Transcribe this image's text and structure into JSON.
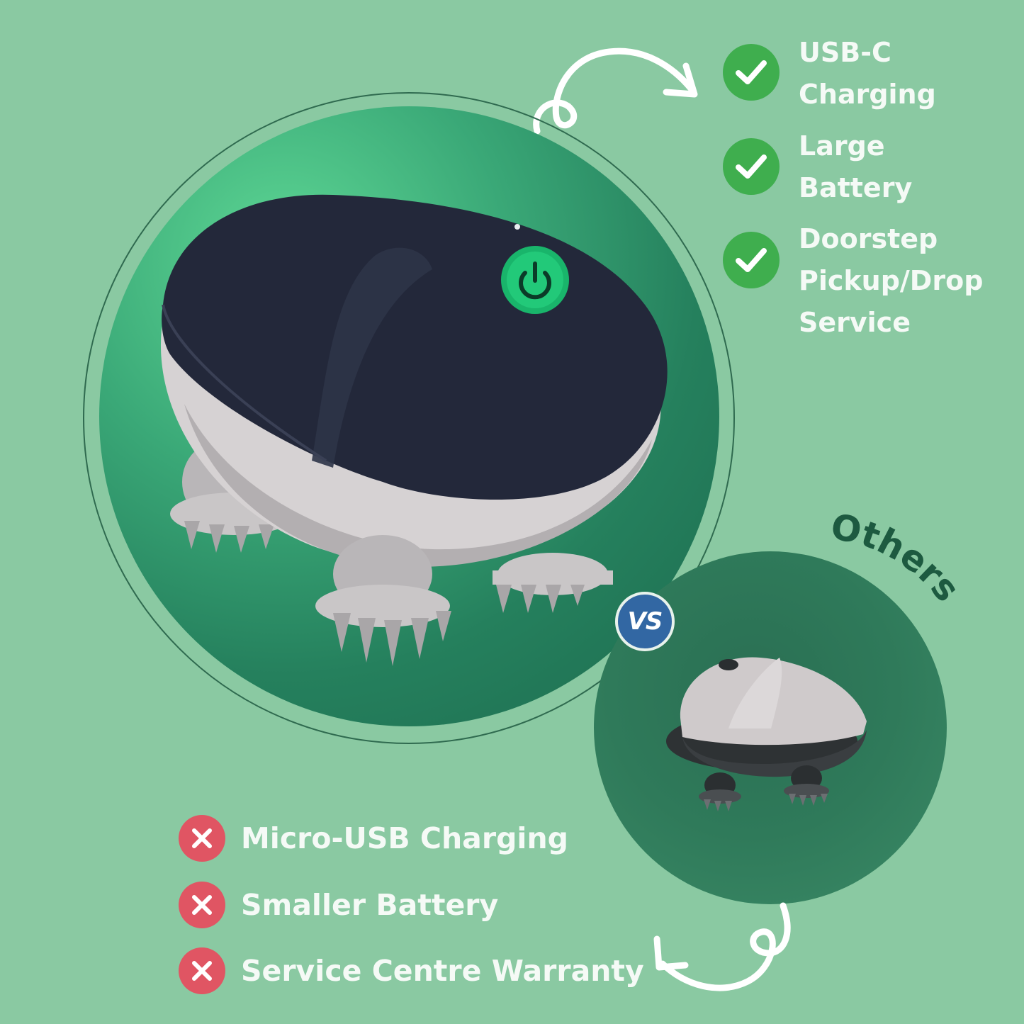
{
  "pros": [
    {
      "label": "USB-C\nCharging",
      "icon": "check-icon"
    },
    {
      "label": "Large\nBattery",
      "icon": "check-icon"
    },
    {
      "label": "Doorstep\nPickup/Drop\nService",
      "icon": "check-icon"
    }
  ],
  "cons": [
    {
      "label": "Micro-USB Charging",
      "icon": "cross-icon"
    },
    {
      "label": "Smaller Battery",
      "icon": "cross-icon"
    },
    {
      "label": "Service Centre Warranty",
      "icon": "cross-icon"
    }
  ],
  "vs_label": "VS",
  "others_label": "Others",
  "colors": {
    "background": "#8ac9a2",
    "check": "#3fae4e",
    "cross": "#e05563",
    "vs_badge": "#3267a3",
    "others_text": "#1d5a40"
  }
}
